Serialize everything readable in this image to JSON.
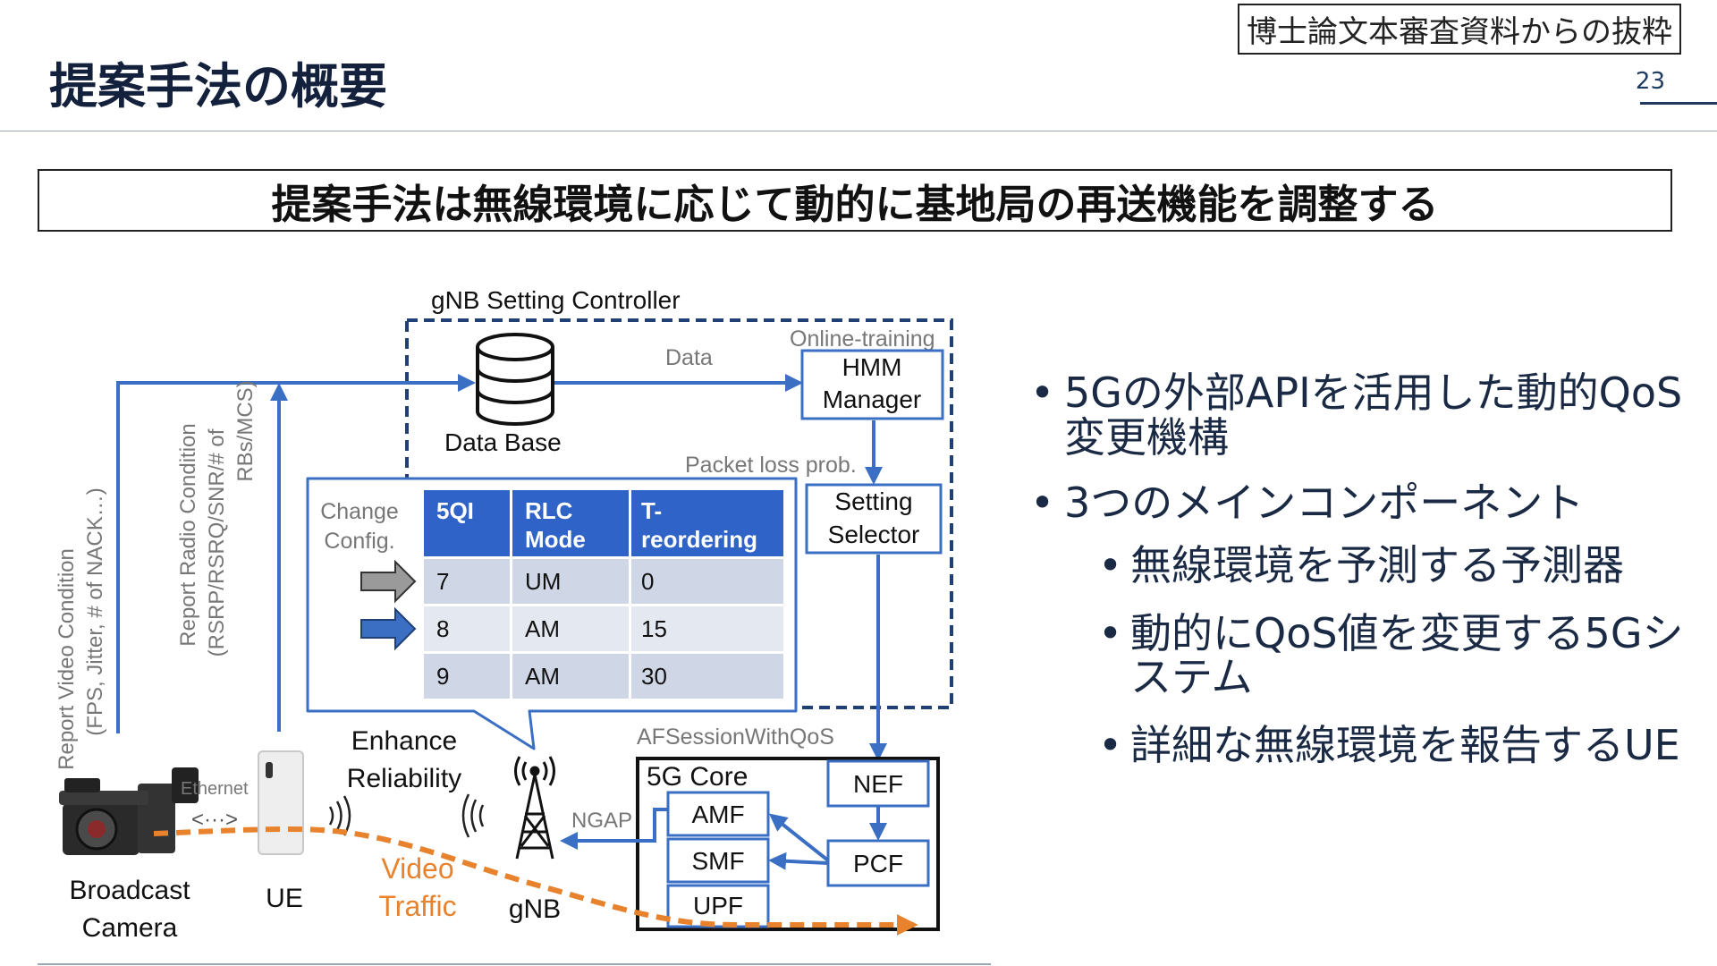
{
  "header": {
    "title": "提案手法の概要",
    "source_tag": "博士論文本審査資料からの抜粋",
    "page_number": "23"
  },
  "summary": "提案手法は無線環境に応じて動的に基地局の再送機能を調整する",
  "diagram": {
    "controller_label": "gNB Setting Controller",
    "online_training_label": "Online-training",
    "database_label": "Data Base",
    "data_label": "Data",
    "hmm_line1": "HMM",
    "hmm_line2": "Manager",
    "packet_loss_label": "Packet loss prob.",
    "selector_line1": "Setting",
    "selector_line2": "Selector",
    "change_config_line1": "Change",
    "change_config_line2": "Config.",
    "table": {
      "headers": [
        {
          "line1": "5QI",
          "line2": ""
        },
        {
          "line1": "RLC",
          "line2": "Mode"
        },
        {
          "line1": "T-",
          "line2": "reordering"
        }
      ],
      "rows": [
        [
          "7",
          "UM",
          "0"
        ],
        [
          "8",
          "AM",
          "15"
        ],
        [
          "9",
          "AM",
          "30"
        ]
      ]
    },
    "report_video_line1": "Report Video Condition",
    "report_video_line2": "(FPS, Jitter, # of NACK…)",
    "report_radio_line1": "Report Radio Condition",
    "report_radio_line2": "(RSRP/RSRQ/SNR/# of",
    "report_radio_line3": "RBs/MCS)",
    "enhance_line1": "Enhance",
    "enhance_line2": "Reliability",
    "afsession_label": "AFSessionWithQoS",
    "core_label": "5G Core",
    "nef_label": "NEF",
    "amf_label": "AMF",
    "smf_label": "SMF",
    "upf_label": "UPF",
    "pcf_label": "PCF",
    "ngap_label": "NGAP",
    "ethernet_label": "Ethernet",
    "ethernet_arrow": "<···>",
    "camera_line1": "Broadcast",
    "camera_line2": "Camera",
    "ue_label": "UE",
    "video_line1": "Video",
    "video_line2": "Traffic",
    "gnb_label": "gNB"
  },
  "bullets": {
    "item1": "5Gの外部APIを活用した動的QoS変更機構",
    "item2": "3つのメインコンポーネント",
    "subitems": [
      "無線環境を予測する予測器",
      "動的にQoS値を変更する5Gシステム",
      "詳細な無線環境を報告するUE"
    ]
  },
  "colors": {
    "arrow_blue": "#3a6fc4",
    "table_header": "#2f63c8",
    "table_row_dark": "#cfd6e6",
    "table_row_light": "#e4e8f1",
    "video_orange": "#e8822c",
    "title_navy": "#14213d"
  }
}
